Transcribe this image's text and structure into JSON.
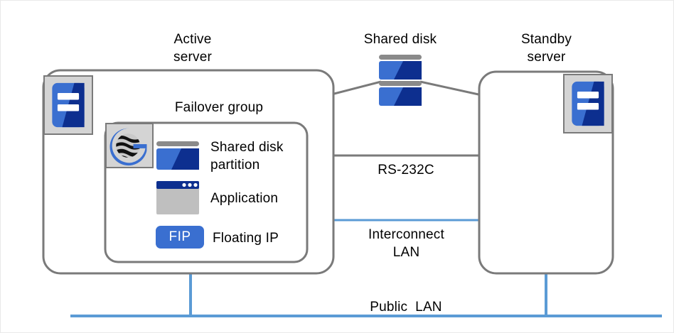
{
  "diagram": {
    "title_active_server": "Active\nserver",
    "title_shared_disk": "Shared disk",
    "title_standby_server": "Standby\nserver",
    "failover_group_label": "Failover group",
    "resources": [
      {
        "id": "shared-disk-partition",
        "label": "Shared disk\npartition",
        "icon": "disk-icon"
      },
      {
        "id": "application",
        "label": "Application",
        "icon": "application-window-icon"
      },
      {
        "id": "floating-ip",
        "label": "Floating IP",
        "icon": "fip-chip",
        "chip_text": "FIP"
      }
    ],
    "links": [
      {
        "id": "rs232c",
        "label": "RS-232C",
        "color": "#7a7a7a"
      },
      {
        "id": "interconnect-lan",
        "label": "Interconnect\nLAN",
        "color": "#5b9bd5"
      },
      {
        "id": "public-lan",
        "label": "Public  LAN",
        "color": "#5b9bd5"
      }
    ],
    "colors": {
      "line_gray": "#7a7a7a",
      "line_blue": "#5b9bd5",
      "blue_light": "#3a6fd0",
      "blue_dark": "#0d2f8f",
      "gray_fill": "#bfbfbf",
      "tile_bg": "#d4d4d4",
      "disk_cap": "#8a8a8a",
      "text": "#000000"
    }
  }
}
